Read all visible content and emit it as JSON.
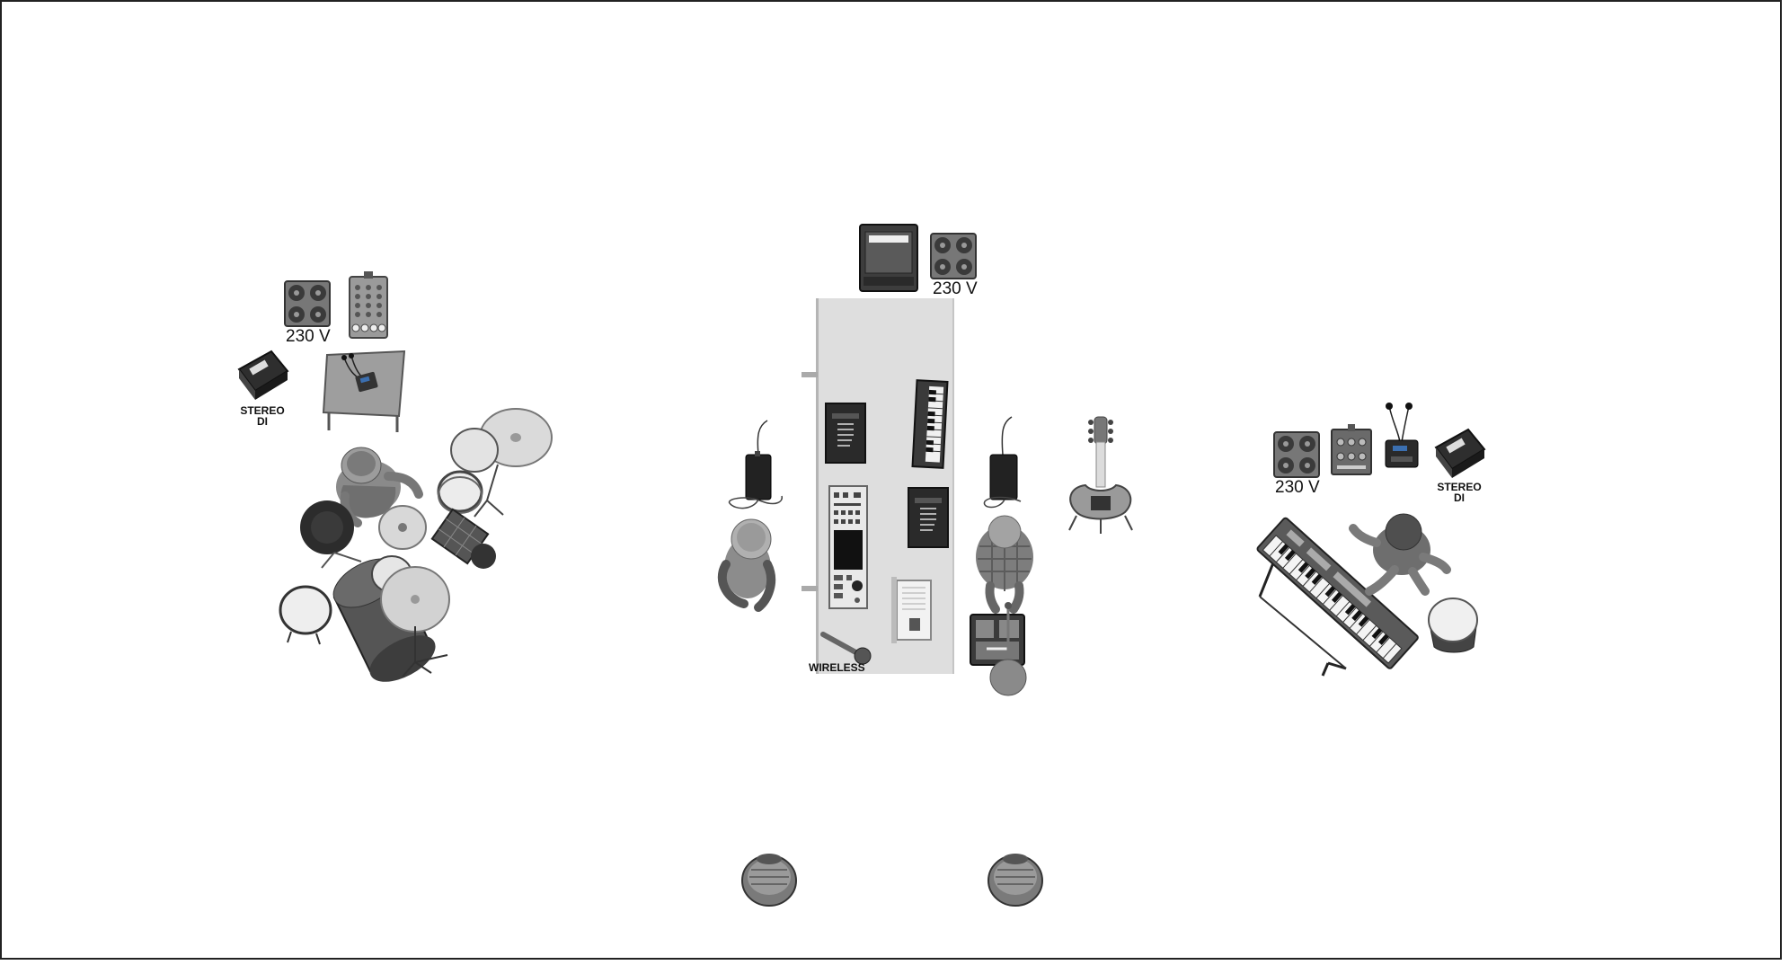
{
  "labels": {
    "drums_power": "230 V",
    "drums_di_line1": "STEREO",
    "drums_di_line2": "DI",
    "center_power": "230 V",
    "wireless": "WIRELESS",
    "keys_power": "230 V",
    "keys_di_line1": "STEREO",
    "keys_di_line2": "DI"
  },
  "colors": {
    "background": "#ffffff",
    "border": "#222222",
    "riser": "#dedede",
    "dark_gear": "#333333",
    "mid_gray": "#8a8a8a"
  },
  "icons": [
    "power-outlet-icon",
    "stage-box-icon",
    "stereo-di-box-icon",
    "side-table-icon",
    "in-ear-monitor-icon",
    "drummer-icon",
    "drum-kit-icon",
    "guitar-amp-icon",
    "riser-icon",
    "rack-icon",
    "keyboard-icon",
    "laptop-icon",
    "wireless-mic-icon",
    "bodypack-transmitter-icon",
    "singer-icon",
    "guitarist-icon",
    "pedalboard-icon",
    "mic-stand-icon",
    "electric-guitar-icon",
    "keyboard-stand-icon",
    "keyboardist-icon",
    "percussion-drum-icon",
    "floor-monitor-icon"
  ]
}
